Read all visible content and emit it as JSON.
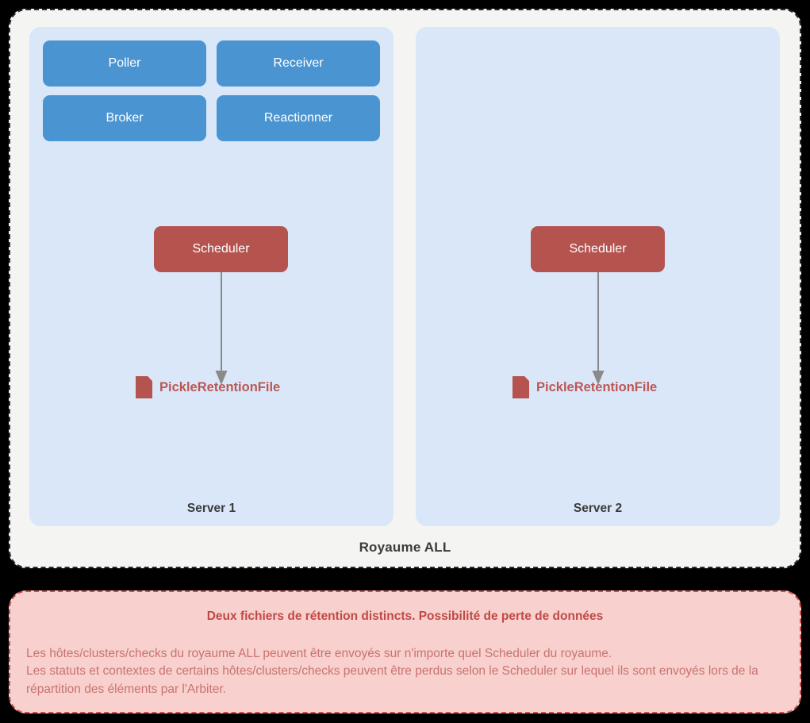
{
  "diagram": {
    "realm": {
      "label": "Royaume ALL"
    },
    "servers": [
      {
        "id": "server-1",
        "label": "Server 1",
        "daemons": [
          {
            "name": "Poller"
          },
          {
            "name": "Receiver"
          },
          {
            "name": "Broker"
          },
          {
            "name": "Reactionner"
          }
        ],
        "scheduler": {
          "label": "Scheduler"
        },
        "retention_file": {
          "label": "PickleRetentionFile",
          "icon": "file-icon"
        }
      },
      {
        "id": "server-2",
        "label": "Server 2",
        "daemons": [],
        "scheduler": {
          "label": "Scheduler"
        },
        "retention_file": {
          "label": "PickleRetentionFile",
          "icon": "file-icon"
        }
      }
    ],
    "note": {
      "title": "Deux fichiers de rétention distincts. Possibilité de perte de données",
      "lines": [
        "Les hôtes/clusters/checks du royaume ALL peuvent être envoyés sur n'importe quel Scheduler du royaume.",
        "Les statuts et contextes de certains hôtes/clusters/checks peuvent être perdus selon le Scheduler sur lequel ils sont envoyés lors de la répartition des éléments par l'Arbiter."
      ]
    },
    "colors": {
      "daemon_blue": "#4a94d1",
      "scheduler_red": "#b5534f",
      "panel_blue": "#d9e7f8",
      "container_gray": "#f4f4f3",
      "note_pink": "#f8d0cd",
      "note_border": "#c9504c",
      "note_title_text": "#c04a46",
      "note_body_text": "#c97370",
      "arrow_gray": "#8a8a8a",
      "label_text": "#3b3b3b",
      "retention_text": "#bd5754",
      "background": "#000000"
    }
  }
}
